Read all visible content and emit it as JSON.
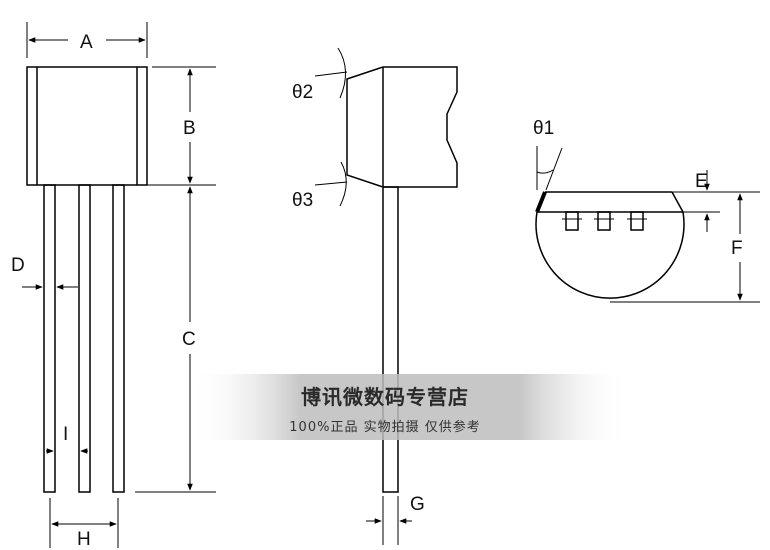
{
  "labels": {
    "A": "A",
    "B": "B",
    "C": "C",
    "D": "D",
    "E": "E",
    "F": "F",
    "G": "G",
    "H": "H",
    "I": "I",
    "theta1": "θ1",
    "theta2": "θ2",
    "theta3": "θ3"
  },
  "watermark": {
    "title": "博讯微数码专营店",
    "subtitle": "100%正品  实物拍摄  仅供参考"
  },
  "colors": {
    "line": "#000000",
    "watermark_band": "#bdbdbd"
  }
}
